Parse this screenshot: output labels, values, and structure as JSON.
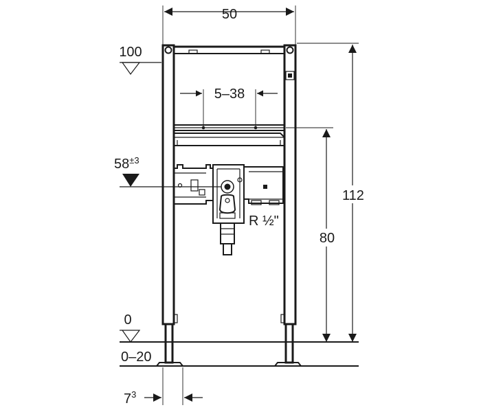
{
  "dimensions": {
    "width_top": "50",
    "adjust_range": "5–38",
    "total_height": "112",
    "outlet_height": "80",
    "floor_range": "0–20",
    "foot_offset_base": "7",
    "foot_offset_sup": "3"
  },
  "levels": {
    "top_level": "100",
    "outlet_level_base": "58",
    "outlet_level_sup": "±3",
    "floor_level": "0"
  },
  "labels": {
    "thread": "R ½\""
  }
}
